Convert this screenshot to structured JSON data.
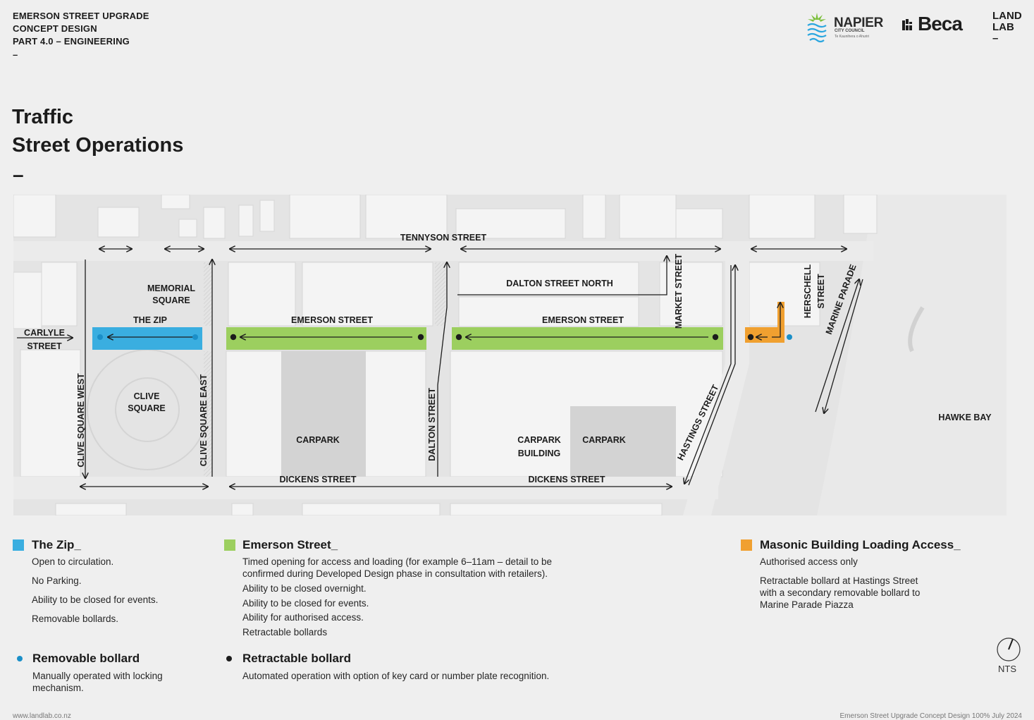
{
  "header": {
    "line1": "EMERSON STREET UPGRADE",
    "line2": "CONCEPT DESIGN",
    "line3": "PART 4.0 – ENGINEERING",
    "dash": "–"
  },
  "title": {
    "line1": "Traffic",
    "line2": "Street Operations",
    "dash": "–"
  },
  "logos": {
    "napier": "NAPIER",
    "napier_sub": "CITY COUNCIL",
    "napier_sub2": "Te Kaunihera o Ahuriri",
    "beca": "Beca",
    "landlab1": "LAND",
    "landlab2": "LAB",
    "landlab_dash": "–"
  },
  "map_labels": {
    "tennyson": "TENNYSON STREET",
    "dalton_north": "DALTON STREET NORTH",
    "market": "MARKET STREET",
    "herschell1": "HERSCHELL",
    "herschell2": "STREET",
    "marine_parade": "MARINE PARADE",
    "memorial1": "MEMORIAL",
    "memorial2": "SQUARE",
    "the_zip": "THE ZIP",
    "emerson1": "EMERSON STREET",
    "emerson2": "EMERSON STREET",
    "carlyle1": "CARLYLE",
    "carlyle2": "STREET",
    "clive1": "CLIVE",
    "clive2": "SQUARE",
    "clive_west": "CLIVE SQUARE WEST",
    "clive_east": "CLIVE SQUARE EAST",
    "carpark1": "CARPARK",
    "dalton": "DALTON STREET",
    "carpark_building1": "CARPARK",
    "carpark_building2": "BUILDING",
    "carpark2": "CARPARK",
    "hastings": "HASTINGS STREET",
    "hawke_bay": "HAWKE BAY",
    "dickens1": "DICKENS STREET",
    "dickens2": "DICKENS STREET"
  },
  "colors": {
    "zip": "#3aaee0",
    "emerson": "#9ccf5f",
    "masonic": "#f0a030",
    "bollard_removable": "#1a8fc8",
    "bollard_retractable": "#1c1c1c"
  },
  "legend": {
    "zip": {
      "title": "The Zip_",
      "items": [
        "Open to circulation.",
        "No Parking.",
        "Ability to be closed for events.",
        "Removable bollards."
      ]
    },
    "emerson": {
      "title": "Emerson Street_",
      "items": [
        "Timed opening for access and loading (for example 6–11am – detail to be confirmed during Developed Design phase in consultation with retailers).",
        "Ability to be closed overnight.",
        "Ability to be closed for events.",
        "Ability for authorised access.",
        "Retractable bollards"
      ]
    },
    "masonic": {
      "title": "Masonic Building Loading Access_",
      "items": [
        "Authorised access only",
        "Retractable bollard at Hastings Street with a secondary removable bollard to Marine Parade Piazza"
      ]
    },
    "removable": {
      "title": "Removable bollard",
      "desc": "Manually operated with locking mechanism."
    },
    "retractable": {
      "title": "Retractable bollard",
      "desc": "Automated operation with option of key card or number plate recognition."
    }
  },
  "nts": "NTS",
  "footer": {
    "left": "www.landlab.co.nz",
    "right": "Emerson Street Upgrade    Concept Design 100%    July 2024"
  }
}
